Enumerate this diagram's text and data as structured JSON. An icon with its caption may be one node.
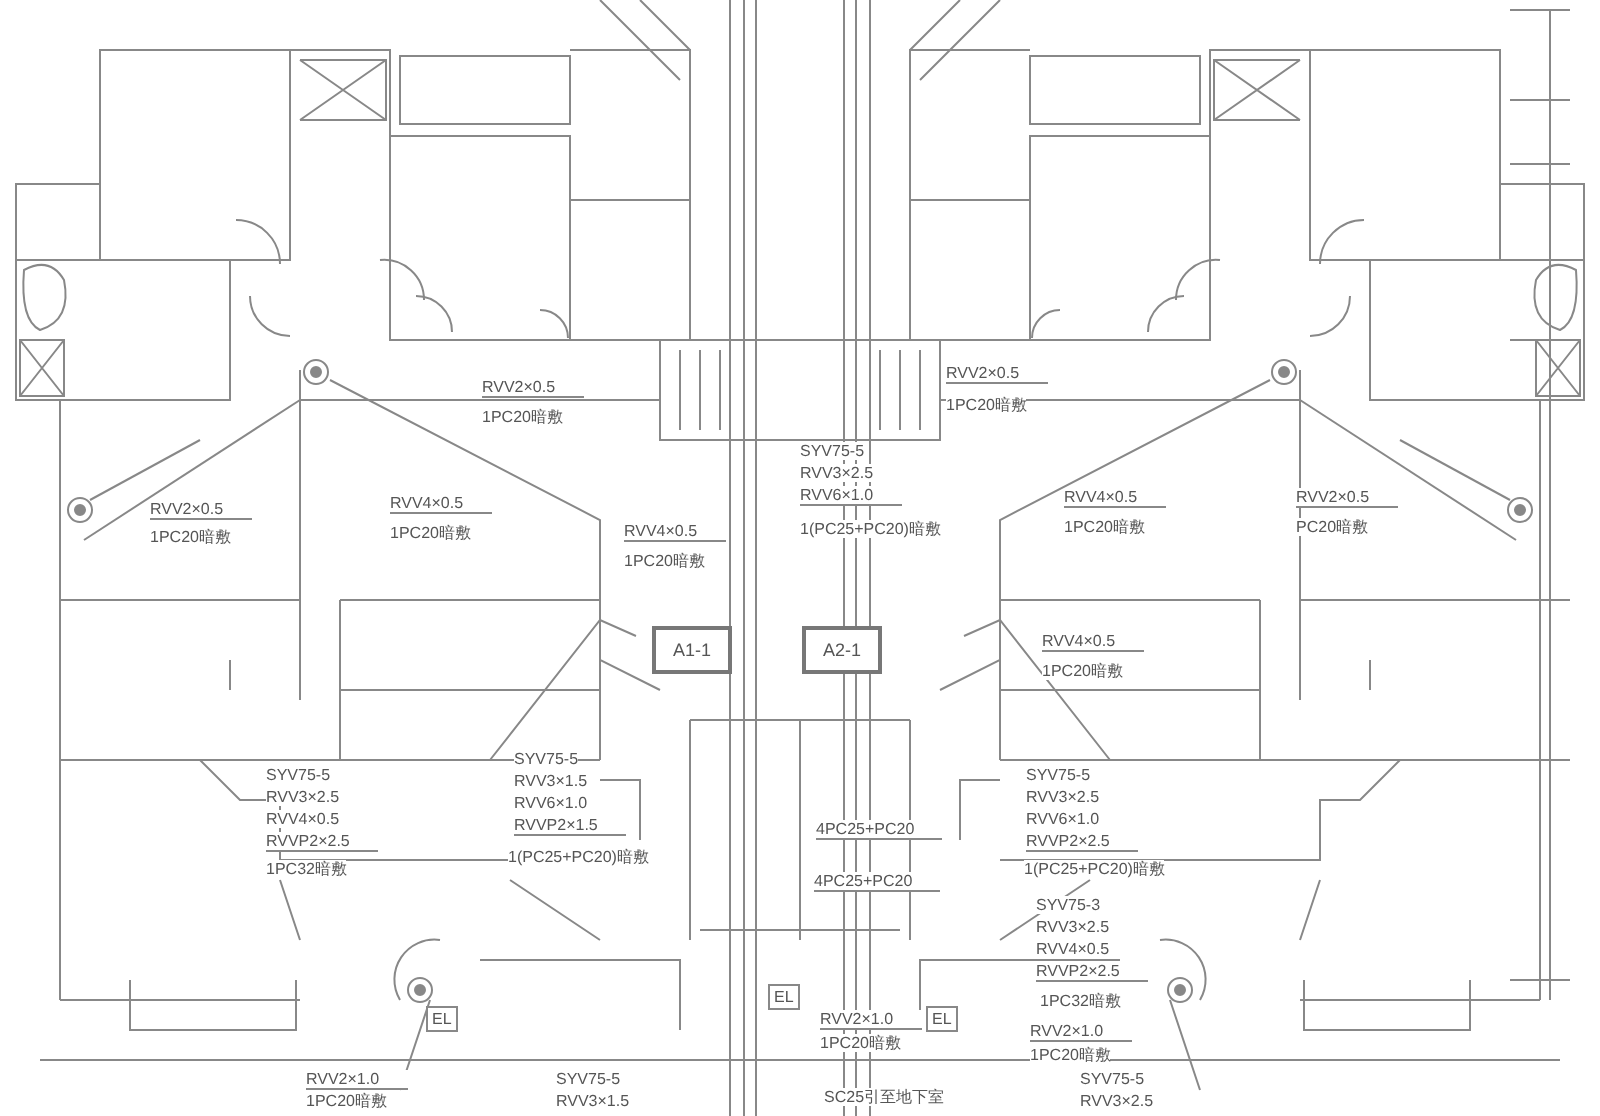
{
  "diagram": {
    "nodes": [
      {
        "text": [
          "A1-1"
        ]
      },
      {
        "text": [
          "A2-1"
        ]
      }
    ],
    "edges": [],
    "labels": [
      "RVV2×0.5",
      "1PC20暗敷",
      "RVV2×0.5",
      "1PC20暗敷",
      "RVV2×0.5",
      "1PC20暗敷",
      "RVV4×0.5",
      "1PC20暗敷",
      "RVV4×0.5",
      "1PC20暗敷",
      "SYV75-5",
      "RVV3×2.5",
      "RVV6×1.0",
      "1(PC25+PC20)暗敷",
      "RVV4×0.5",
      "1PC20暗敷",
      "RVV2×0.5",
      "PC20暗敷",
      "RVV4×0.5",
      "1PC20暗敷",
      "SYV75-5",
      "RVV3×2.5",
      "RVV4×0.5",
      "RVVP2×2.5",
      "1PC32暗敷",
      "SYV75-5",
      "RVV3×1.5",
      "RVV6×1.0",
      "RVVP2×1.5",
      "1(PC25+PC20)暗敷",
      "4PC25+PC20",
      "4PC25+PC20",
      "SYV75-5",
      "RVV3×2.5",
      "RVV6×1.0",
      "RVVP2×2.5",
      "1(PC25+PC20)暗敷",
      "SYV75-3",
      "RVV3×2.5",
      "RVV4×0.5",
      "RVVP2×2.5",
      "1PC32暗敷",
      "RVV2×1.0",
      "1PC20暗敷",
      "RVV2×1.0",
      "1PC20暗敷",
      "RVV2×1.0",
      "1PC20暗敷",
      "SYV75-5",
      "RVV3×1.5",
      "SC25引至地下室",
      "SYV75-5",
      "RVV3×2.5",
      "EL",
      "EL",
      "EL"
    ]
  }
}
